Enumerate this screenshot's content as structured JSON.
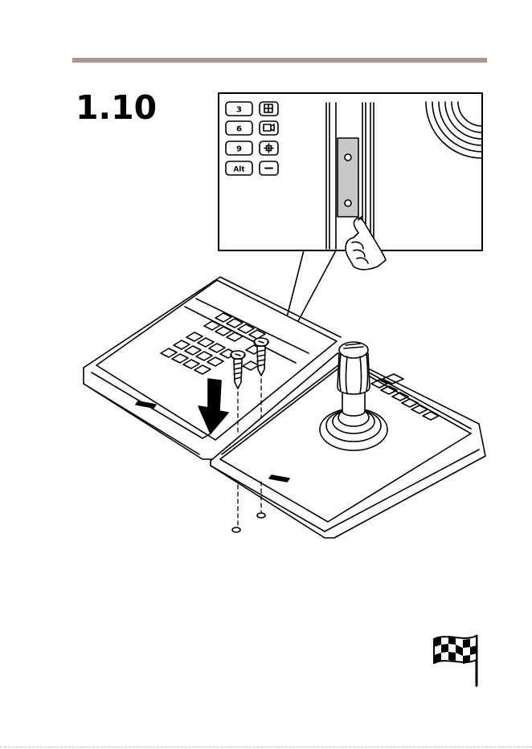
{
  "header": {
    "step_number": "1.10"
  },
  "zoom_keys": [
    {
      "num": "3",
      "icon": "grid-icon"
    },
    {
      "num": "6",
      "icon": "camera-icon"
    },
    {
      "num": "9",
      "icon": "plus-icon"
    },
    {
      "num": "Alt",
      "icon": "minus-icon"
    }
  ],
  "finish_icon": "checkered-flag-icon"
}
